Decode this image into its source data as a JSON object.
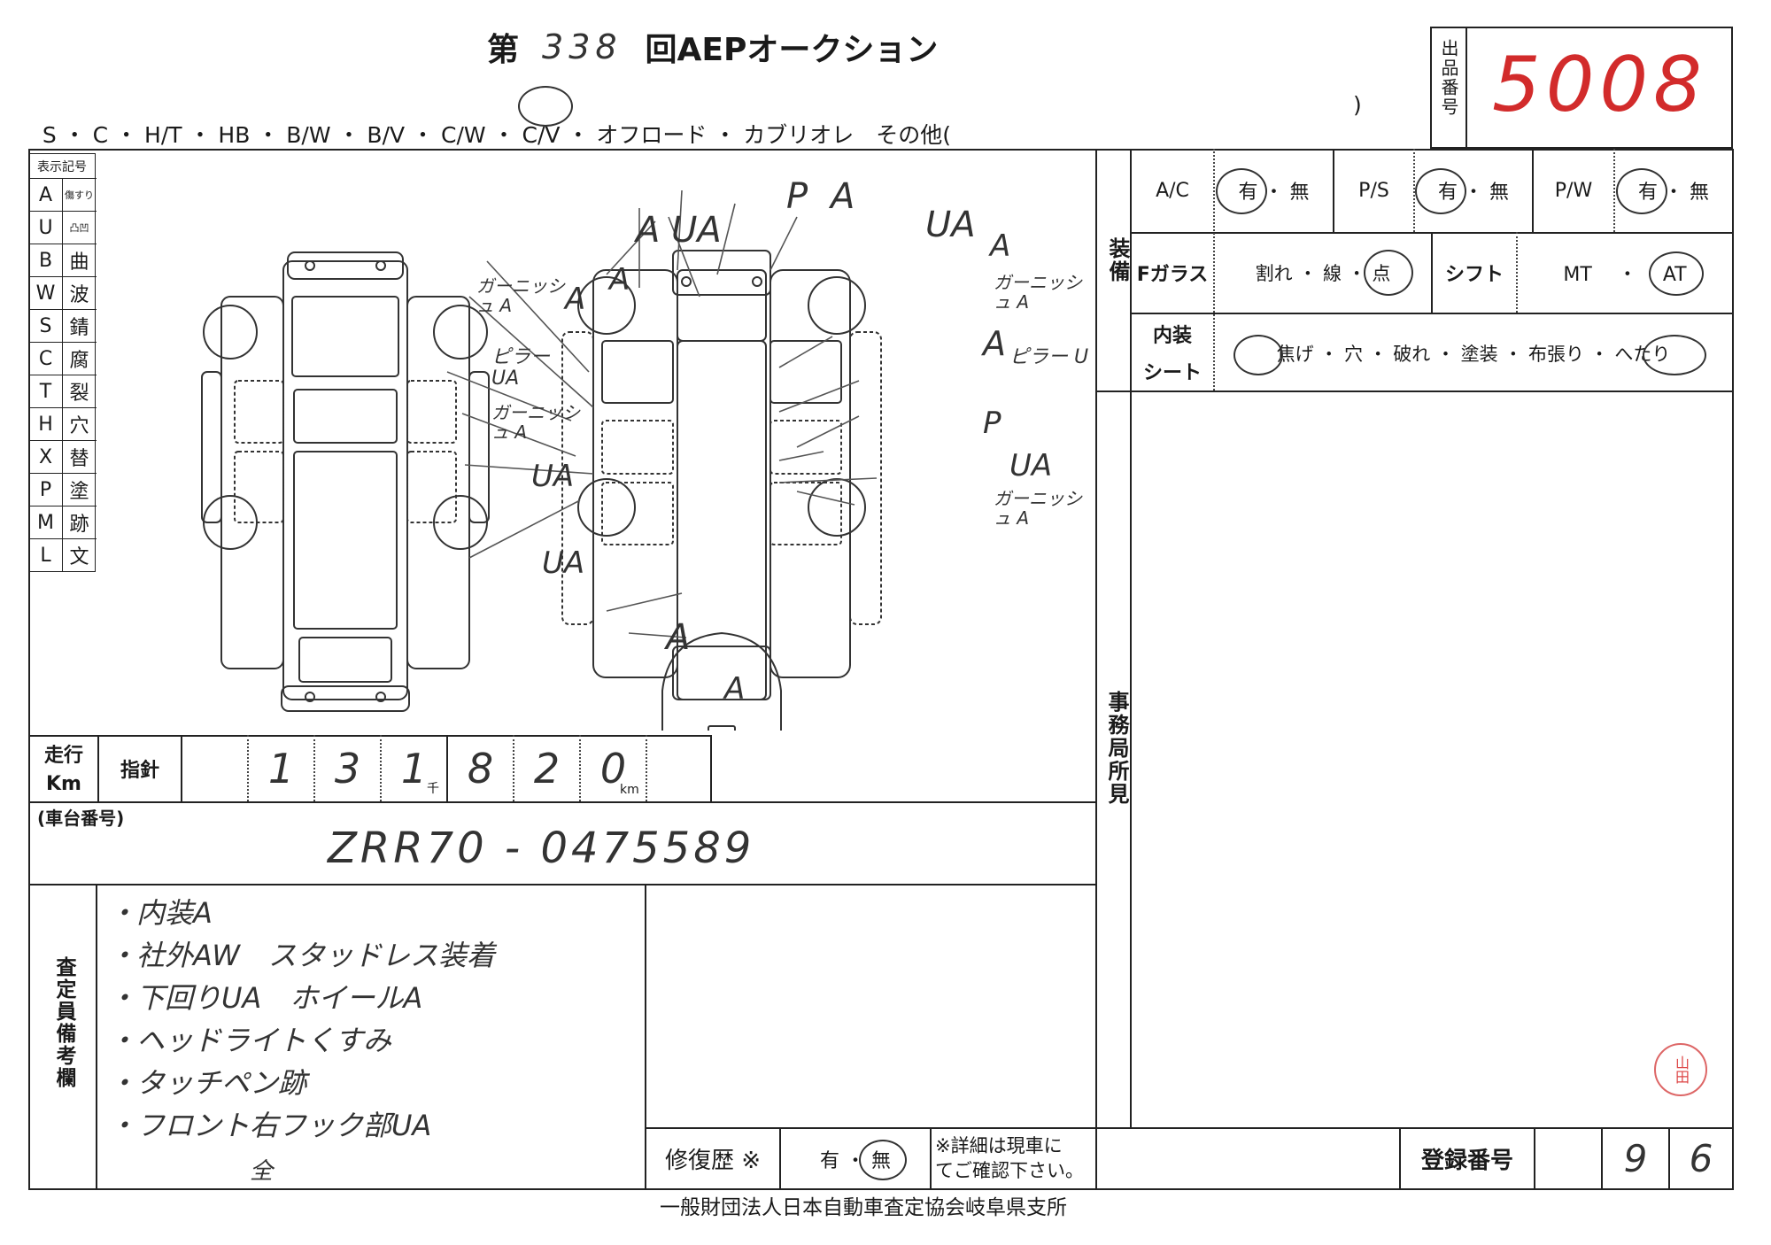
{
  "header": {
    "dai": "第",
    "auction_no": "338",
    "auction_name": "回AEPオークション",
    "body_types": "S ・ C ・ H/T ・ HB ・ B/W ・ B/V ・ C/W ・ C/V ・ オフロード ・ カブリオレ　その他(",
    "close_paren": ")",
    "lot_label": "出品番号",
    "lot_number": "5008"
  },
  "legend": {
    "title": "表示記号",
    "items": [
      {
        "code": "A",
        "label": "傷すり"
      },
      {
        "code": "U",
        "label": "凸凹"
      },
      {
        "code": "B",
        "label": "曲"
      },
      {
        "code": "W",
        "label": "波"
      },
      {
        "code": "S",
        "label": "錆"
      },
      {
        "code": "C",
        "label": "腐"
      },
      {
        "code": "T",
        "label": "裂"
      },
      {
        "code": "H",
        "label": "穴"
      },
      {
        "code": "X",
        "label": "替"
      },
      {
        "code": "P",
        "label": "塗"
      },
      {
        "code": "M",
        "label": "跡"
      },
      {
        "code": "L",
        "label": "文"
      }
    ]
  },
  "diagram_marks": [
    {
      "text": "P"
    },
    {
      "text": "A"
    },
    {
      "text": "A UA"
    },
    {
      "text": "UA"
    },
    {
      "text": "A"
    },
    {
      "text": "ガーニッシュ A"
    },
    {
      "text": "A"
    },
    {
      "text": "A"
    },
    {
      "text": "ピラー UA"
    },
    {
      "text": "ガーニッシュ A"
    },
    {
      "text": "UA"
    },
    {
      "text": "UA"
    },
    {
      "text": "ガーニッシュ A"
    },
    {
      "text": "A"
    },
    {
      "text": "ピラー U"
    },
    {
      "text": "P"
    },
    {
      "text": "UA"
    },
    {
      "text": "ガーニッシュ A"
    },
    {
      "text": "A"
    },
    {
      "text": "A"
    }
  ],
  "equipment": {
    "label": "装備",
    "ac_label": "A/C",
    "ac_options": "有 ・ 無",
    "ps_label": "P/S",
    "ps_options": "有 ・ 無",
    "pw_label": "P/W",
    "pw_options": "有 ・ 無",
    "glass_label": "Fガラス",
    "glass_options": "割れ ・ 線 ・ 点",
    "shift_label": "シフト",
    "shift_options": "MT ・ AT",
    "interior_label": "内装",
    "seat_label": "シート",
    "interior_options": "焦げ ・ 穴 ・ 破れ ・ 塗装 ・ 布張り ・ へたり"
  },
  "office": {
    "label": "事務局所見"
  },
  "mileage": {
    "label_top": "走行",
    "label_bottom": "Km",
    "type": "指針",
    "digits": [
      "",
      "1",
      "3",
      "1",
      "8",
      "2",
      "0",
      ""
    ],
    "thousand_unit": "千",
    "km_unit": "km"
  },
  "chassis": {
    "label": "(車台番号)",
    "value": "ZRR70 - 0475589"
  },
  "remarks": {
    "label": "査定員備考欄",
    "lines": [
      "・内装A",
      "・社外AW　スタッドレス装着",
      "・下回りUA　ホイールA",
      "・ヘッドライトくすみ",
      "・タッチペン跡",
      "・フロント右フック部UA",
      "全"
    ]
  },
  "repair": {
    "label": "修復歴 ※",
    "options": "有 ・ 無",
    "note_line1": "※詳細は現車に",
    "note_line2": "てご確認下さい。"
  },
  "registration": {
    "label": "登録番号",
    "digits": [
      "9",
      "6"
    ]
  },
  "footer": {
    "text": "一般財団法人日本自動車査定協会岐阜県支所"
  },
  "stamp": {
    "text": "山田"
  }
}
